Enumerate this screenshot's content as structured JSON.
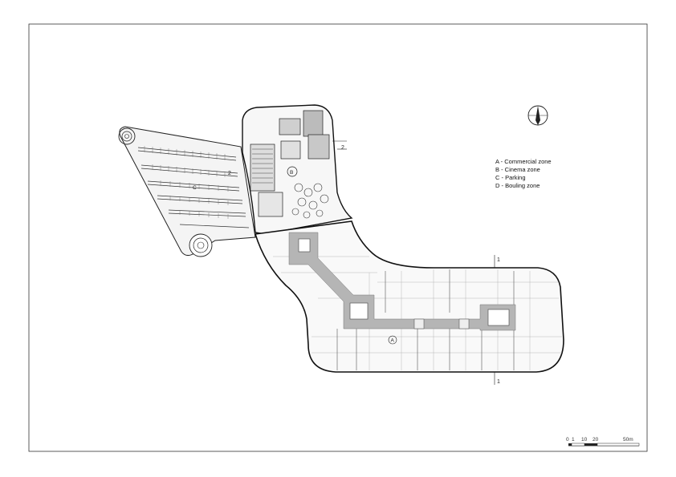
{
  "legend": {
    "items": [
      {
        "letter": "A",
        "label": "A - Commercial zone"
      },
      {
        "letter": "B",
        "label": "B - Cinema zone"
      },
      {
        "letter": "C",
        "label": "C - Parking"
      },
      {
        "letter": "D",
        "label": "D - Bouling zone"
      }
    ]
  },
  "zones": {
    "a": "A",
    "b": "B",
    "c": "C"
  },
  "section_marks": {
    "top_right": "2",
    "mid_left": "2",
    "top_east": "1",
    "bottom_east": "1"
  },
  "scale_bar": {
    "ticks": [
      "0",
      "1",
      "10",
      "20",
      "50m"
    ]
  },
  "icons": {
    "north": "north-arrow-icon"
  }
}
